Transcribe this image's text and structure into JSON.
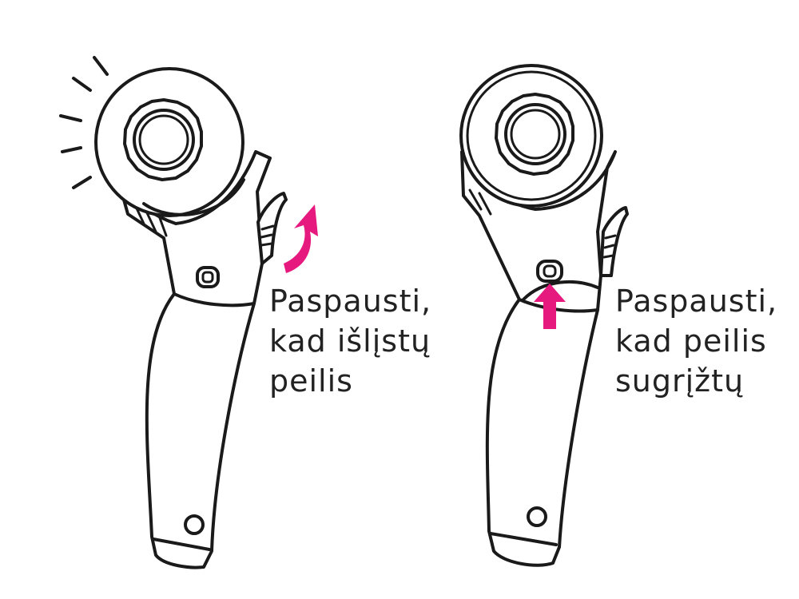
{
  "colors": {
    "accent": "#e6197f",
    "outline": "#1a1a1a",
    "background": "#ffffff"
  },
  "panels": [
    {
      "caption_lines": [
        "Paspausti,",
        "kad išlįstų",
        "peilis"
      ],
      "arrow": "curved-arrow-up"
    },
    {
      "caption_lines": [
        "Paspausti,",
        "kad peilis",
        "sugrįžtų"
      ],
      "arrow": "straight-arrow-up"
    }
  ]
}
